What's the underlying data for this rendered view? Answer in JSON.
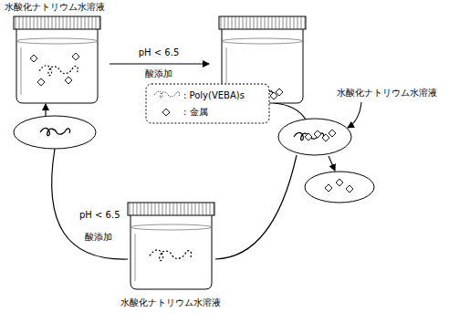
{
  "diagram": {
    "nodes": [
      {
        "text": [
          "水酸化ナトリウム水溶液"
        ]
      },
      {
        "text": [
          "水酸化ナトリウム水溶液"
        ]
      }
    ],
    "labels": [
      "pH < 6.5",
      "酸添加",
      "水酸化ナトリウム水溶液",
      "pH < 6.5",
      "酸添加"
    ],
    "legend": [
      {
        "text": ": Poly(VEBA)s"
      },
      {
        "text": ": 金属"
      }
    ]
  }
}
